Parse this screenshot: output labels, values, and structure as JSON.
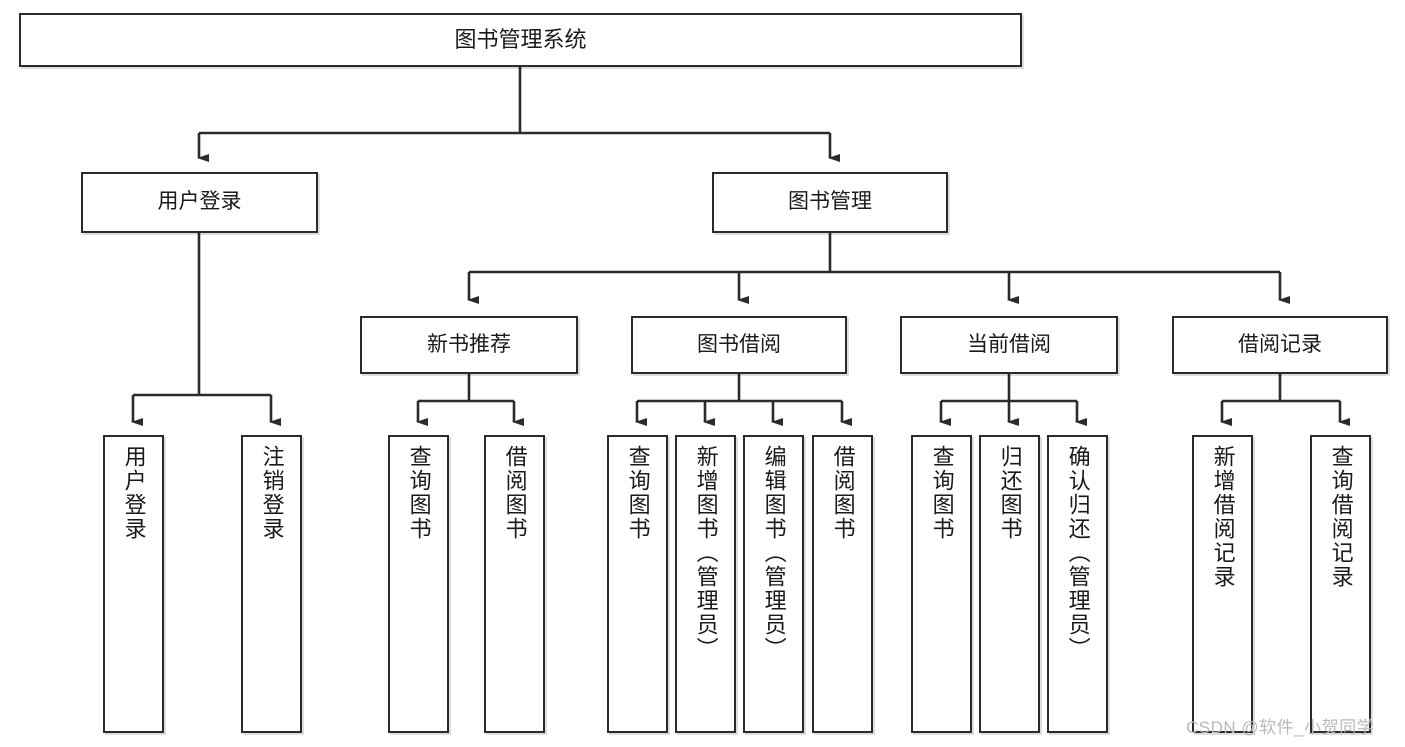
{
  "diagram": {
    "title": "图书管理系统",
    "type": "tree-hierarchy-chart",
    "watermark": "CSDN @软件_小贺同学",
    "colors": {
      "border": "#2b2b2b",
      "background": "#ffffff",
      "text": "#1a1a1a",
      "watermark": "#b9b9b9"
    },
    "nodes": {
      "root": {
        "label": "图书管理系统"
      },
      "level2": [
        {
          "label": "用户登录"
        },
        {
          "label": "图书管理"
        }
      ],
      "level3": [
        {
          "label": "新书推荐"
        },
        {
          "label": "图书借阅"
        },
        {
          "label": "当前借阅"
        },
        {
          "label": "借阅记录"
        }
      ],
      "leaves": [
        {
          "label": "用户登录"
        },
        {
          "label": "注销登录"
        },
        {
          "label": "查询图书"
        },
        {
          "label": "借阅图书"
        },
        {
          "label": "查询图书"
        },
        {
          "label": "新增图书（管理员）"
        },
        {
          "label": "编辑图书（管理员）"
        },
        {
          "label": "借阅图书"
        },
        {
          "label": "查询图书"
        },
        {
          "label": "归还图书"
        },
        {
          "label": "确认归还（管理员）"
        },
        {
          "label": "新增借阅记录"
        },
        {
          "label": "查询借阅记录"
        }
      ]
    }
  }
}
